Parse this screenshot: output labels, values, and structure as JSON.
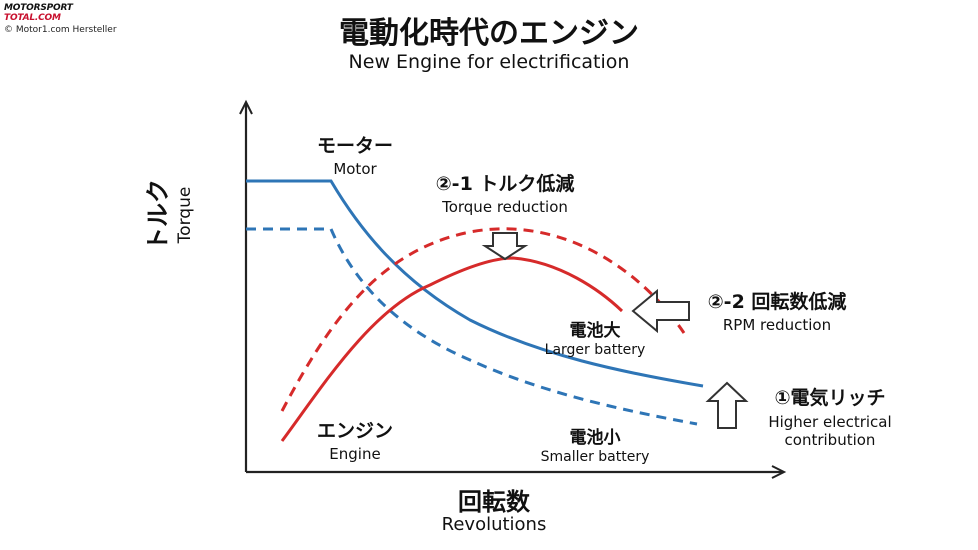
{
  "source": {
    "logo_line1": "MOTORSPORT",
    "logo_line2": "TOTAL.COM",
    "credit": "© Motor1.com Hersteller"
  },
  "title": {
    "jp": "電動化時代のエンジン",
    "en": "New Engine for electrification"
  },
  "axes": {
    "y": {
      "jp": "トルク",
      "en": "Torque"
    },
    "x": {
      "jp": "回転数",
      "en": "Revolutions"
    }
  },
  "labels": {
    "motor": {
      "jp": "モーター",
      "en": "Motor"
    },
    "torque_reduction": {
      "jp": "②-1 トルク低減",
      "en": "Torque reduction"
    },
    "rpm_reduction": {
      "jp": "②-2 回転数低減",
      "en": "RPM reduction"
    },
    "larger_battery": {
      "jp": "電池大",
      "en": "Larger battery"
    },
    "smaller_battery": {
      "jp": "電池小",
      "en": "Smaller battery"
    },
    "engine": {
      "jp": "エンジン",
      "en": "Engine"
    },
    "electrical": {
      "jp": "①電気リッチ",
      "en_line1": "Higher electrical",
      "en_line2": "contribution"
    }
  },
  "colors": {
    "motor_curve": "#2e75b6",
    "engine_curve": "#d62a2a",
    "axis": "#222222",
    "arrow_outline": "#333333",
    "logo_red": "#c8102e"
  },
  "icons": {
    "down_arrow": "arrow-down-outline",
    "left_arrow": "arrow-left-outline",
    "up_arrow": "arrow-up-outline"
  }
}
